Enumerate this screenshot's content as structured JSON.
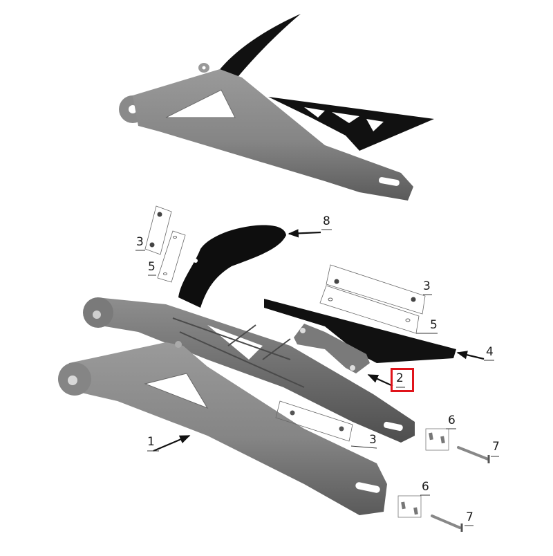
{
  "diagram": {
    "type": "exploded-parts-diagram",
    "subject": "swingarm assembly",
    "views": [
      {
        "name": "assembled-view",
        "description": "assembled swingarm with hugger and chain guard"
      },
      {
        "name": "exploded-view",
        "description": "exploded swingarm with numbered parts"
      }
    ],
    "colors": {
      "part_gray": "#8a8a8a",
      "part_dark": "#5e5e5e",
      "part_black": "#111111",
      "line": "#1a1a1a",
      "highlight": "#e0141b",
      "background": "#ffffff"
    },
    "callouts": [
      {
        "id": "1",
        "label": "1",
        "part": "swingarm"
      },
      {
        "id": "2",
        "label": "2",
        "part": "chain guard bracket",
        "highlighted": true
      },
      {
        "id": "3a",
        "label": "3",
        "part": "bolts (hugger)"
      },
      {
        "id": "5a",
        "label": "5",
        "part": "washers (hugger)"
      },
      {
        "id": "8",
        "label": "8",
        "part": "rear hugger / mudguard"
      },
      {
        "id": "3b",
        "label": "3",
        "part": "bolts (chain guard)"
      },
      {
        "id": "5b",
        "label": "5",
        "part": "washers (chain guard)"
      },
      {
        "id": "4",
        "label": "4",
        "part": "chain guard"
      },
      {
        "id": "3c",
        "label": "3",
        "part": "bolts (swingarm)"
      },
      {
        "id": "6a",
        "label": "6",
        "part": "adjuster inserts"
      },
      {
        "id": "7a",
        "label": "7",
        "part": "axle adjuster bolt"
      },
      {
        "id": "6b",
        "label": "6",
        "part": "adjuster inserts"
      },
      {
        "id": "7b",
        "label": "7",
        "part": "axle adjuster bolt"
      }
    ],
    "highlight": {
      "callout": "2",
      "color": "#e0141b"
    }
  }
}
